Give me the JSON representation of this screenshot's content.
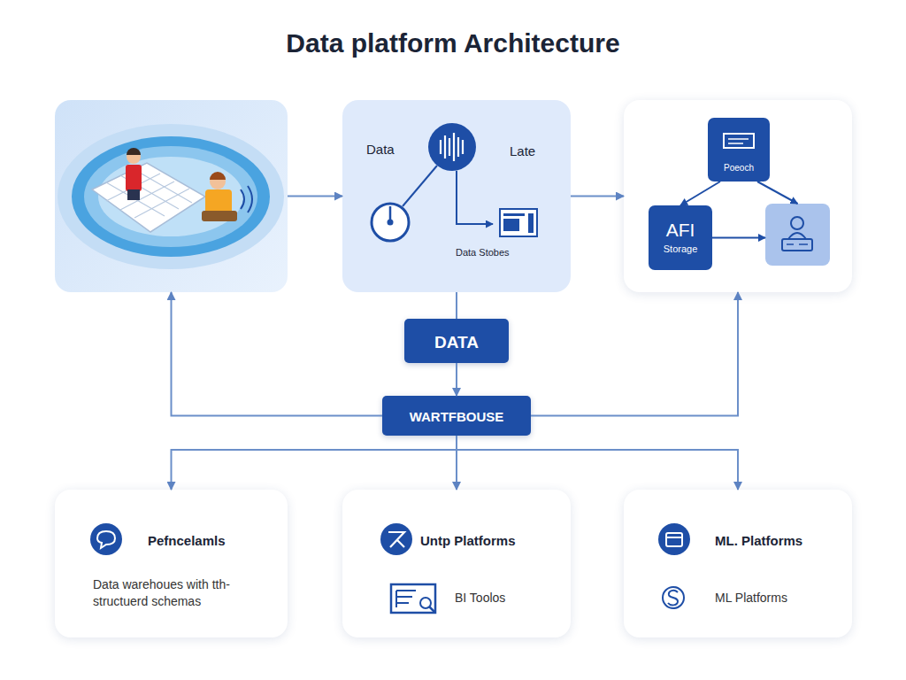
{
  "diagram": {
    "title": "Data platform Architecture",
    "nodes": [
      {
        "text": []
      },
      {
        "text": [
          "Data",
          "Late",
          "Data Stobes"
        ]
      },
      {
        "text": []
      },
      {
        "text": [
          "Poeoch"
        ],
        "in": 2
      },
      {
        "text": [
          "AFI",
          "Storage"
        ],
        "in": 2
      },
      {
        "text": [],
        "in": 2
      },
      {
        "text": [
          "DATA"
        ]
      },
      {
        "text": [
          "WARTFBOUSE"
        ]
      },
      {
        "text": [
          "Pefncelamls",
          "Data warehoues with tth- structuerd schemas"
        ]
      },
      {
        "text": [
          "Untp Platforms",
          "BI Toolos"
        ]
      },
      {
        "text": [
          "ML. Platforms",
          "ML Platforms"
        ]
      }
    ],
    "edges": [
      {
        "from": 0,
        "to": 1,
        "arrow": "to"
      },
      {
        "from": 1,
        "to": 2,
        "arrow": "to"
      },
      {
        "from": 1,
        "to": 6,
        "arrow": "none"
      },
      {
        "from": 6,
        "to": 7,
        "arrow": "to"
      },
      {
        "from": 7,
        "to": 0,
        "arrow": "to"
      },
      {
        "from": 7,
        "to": 2,
        "arrow": "to"
      },
      {
        "from": 7,
        "to": 8,
        "arrow": "to"
      },
      {
        "from": 7,
        "to": 9,
        "arrow": "to"
      },
      {
        "from": 7,
        "to": 10,
        "arrow": "to"
      },
      {
        "from": 3,
        "to": 4,
        "arrow": "to"
      },
      {
        "from": 3,
        "to": 5,
        "arrow": "to"
      },
      {
        "from": 4,
        "to": 5,
        "arrow": "to"
      }
    ]
  }
}
